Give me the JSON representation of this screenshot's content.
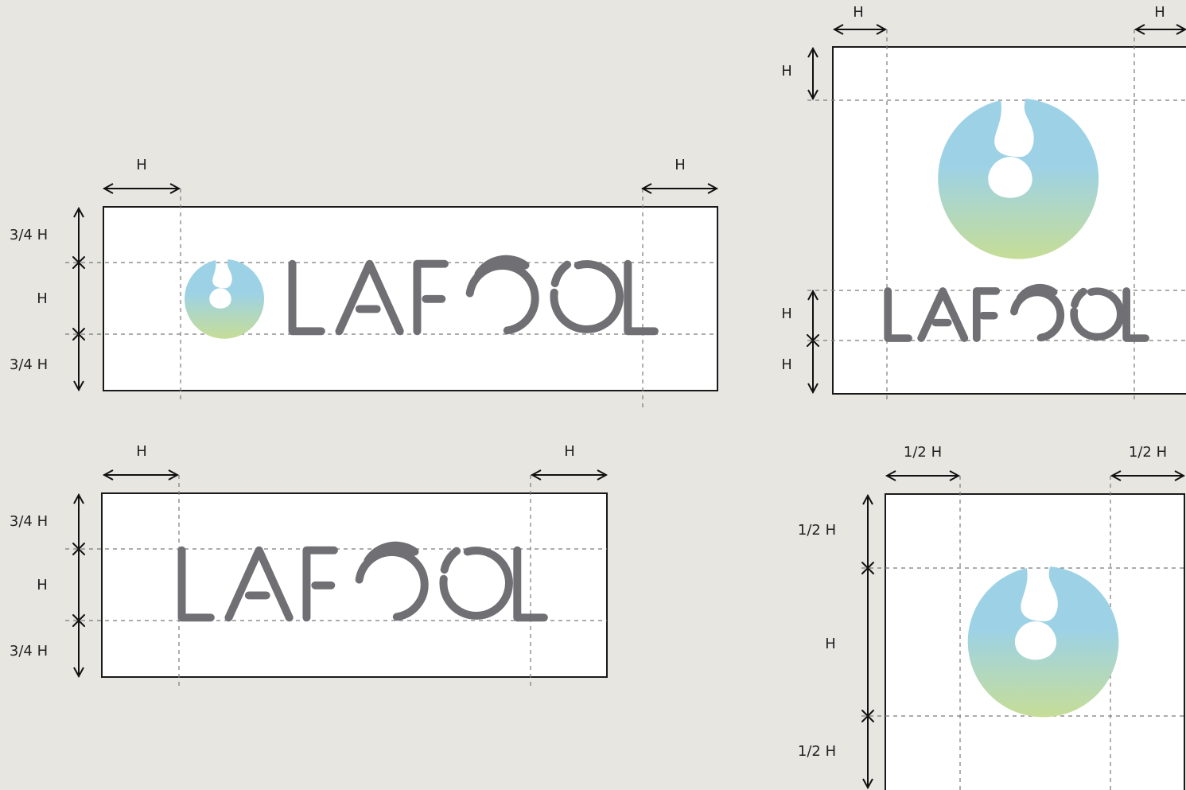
{
  "brand": {
    "wordmark": "LAFOOL"
  },
  "colors": {
    "background": "#e7e6e1",
    "wordmark_gray": "#707074",
    "gradient_top": "#9dd2e6",
    "gradient_bottom": "#c6dd97"
  },
  "labels": {
    "h": "H",
    "three_quarter_h": "3/4 H",
    "half_h": "1/2 H"
  }
}
